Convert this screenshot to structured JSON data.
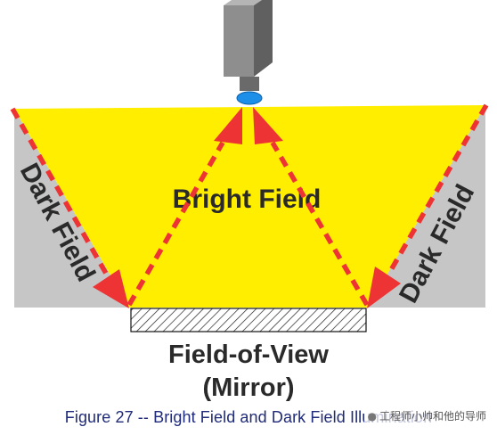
{
  "labels": {
    "bright_field": "Bright Field",
    "dark_field_left": "Dark Field",
    "dark_field_right": "Dark Field",
    "field_of_view_line1": "Field-of-View",
    "field_of_view_line2": "(Mirror)"
  },
  "caption": "Figure 27 -- Bright Field and Dark Field Illumination",
  "watermark": {
    "text": "工程师小帅和他的导师",
    "icon": "wechat-icon"
  },
  "colors": {
    "bright_field": "#ffee00",
    "dark_field": "#c6c6c6",
    "ray": "#ee3335",
    "camera_body": "#8e8e8e",
    "lens": "#1e8fe8",
    "caption_text": "#1f2a7a"
  }
}
